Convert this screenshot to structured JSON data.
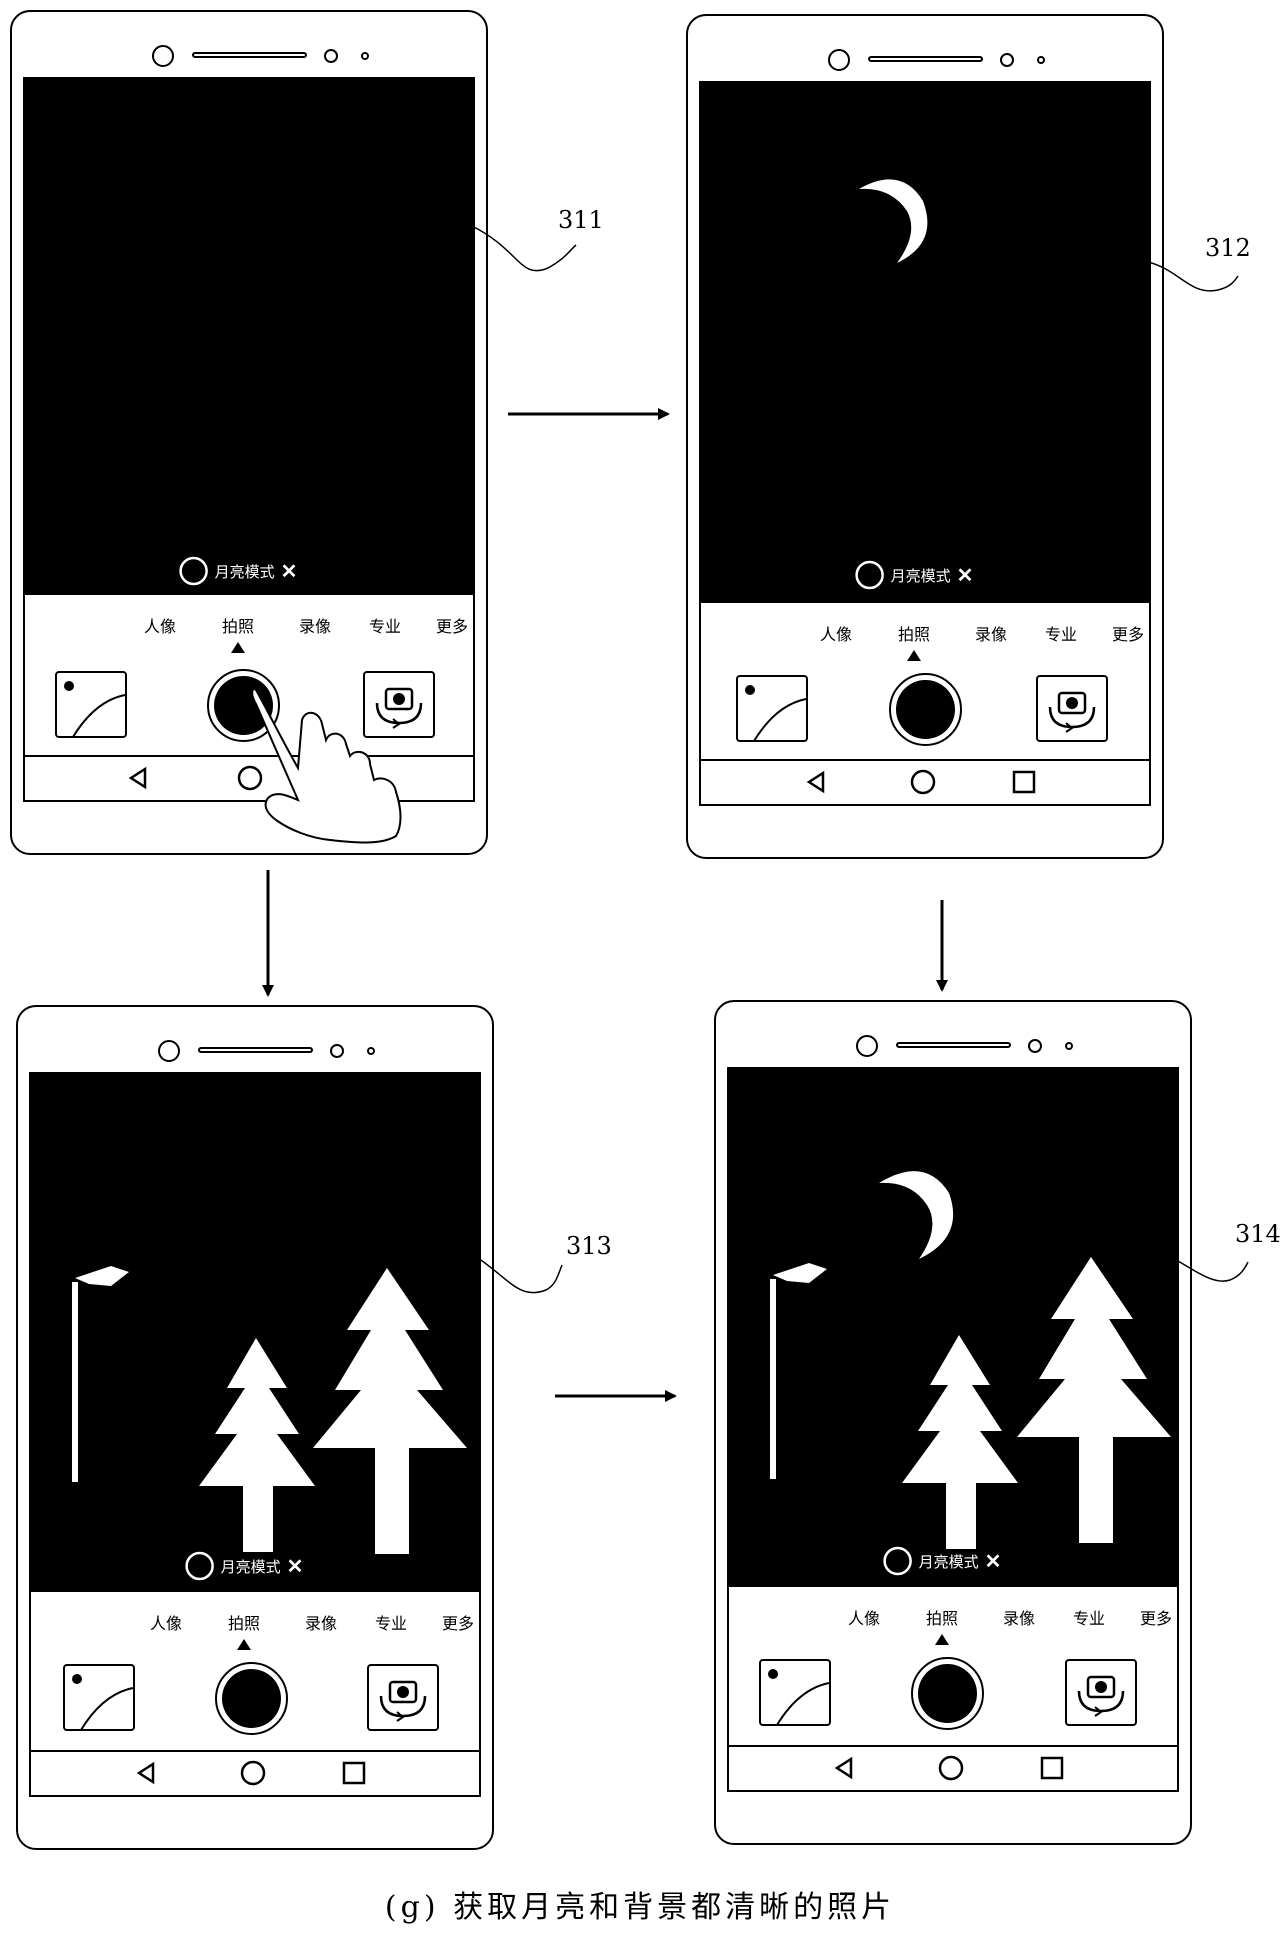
{
  "panels": [
    {
      "label": "311",
      "moon_mode": {
        "text": "月亮模式",
        "close": "✕"
      },
      "modes": [
        "人像",
        "拍照",
        "录像",
        "专业",
        "更多"
      ],
      "selected_mode": "拍照"
    },
    {
      "label": "312",
      "moon_mode": {
        "text": "月亮模式",
        "close": "✕"
      },
      "modes": [
        "人像",
        "拍照",
        "录像",
        "专业",
        "更多"
      ],
      "selected_mode": "拍照"
    },
    {
      "label": "313",
      "moon_mode": {
        "text": "月亮模式",
        "close": "✕"
      },
      "modes": [
        "人像",
        "拍照",
        "录像",
        "专业",
        "更多"
      ],
      "selected_mode": "拍照"
    },
    {
      "label": "314",
      "moon_mode": {
        "text": "月亮模式",
        "close": "✕"
      },
      "modes": [
        "人像",
        "拍照",
        "录像",
        "专业",
        "更多"
      ],
      "selected_mode": "拍照"
    }
  ],
  "caption": "(g) 获取月亮和背景都清晰的照片"
}
